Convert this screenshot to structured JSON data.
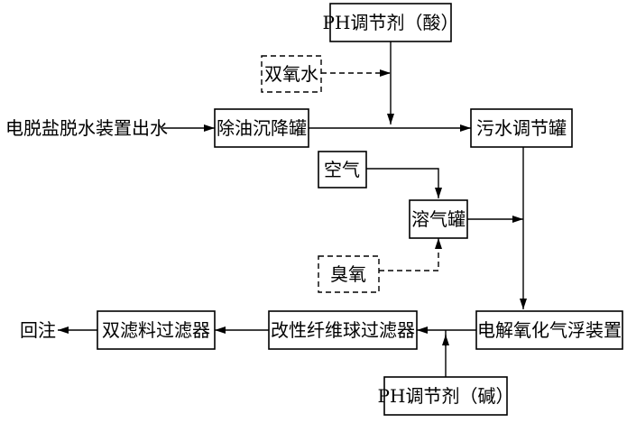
{
  "nodes": {
    "ph_acid": "PH调节剂（酸）",
    "hydrogen_peroxide": "双氧水",
    "desalted_water": "电脱盐脱水装置出水",
    "oil_settling_tank": "除油沉降罐",
    "sewage_adjust_tank": "污水调节罐",
    "air": "空气",
    "dissolved_air_tank": "溶气罐",
    "ozone": "臭氧",
    "electrolytic_flotation": "电解氧化气浮装置",
    "fiber_ball_filter": "改性纤维球过滤器",
    "dual_media_filter": "双滤料过滤器",
    "reinjection": "回注",
    "ph_base": "PH调节剂（碱）"
  }
}
